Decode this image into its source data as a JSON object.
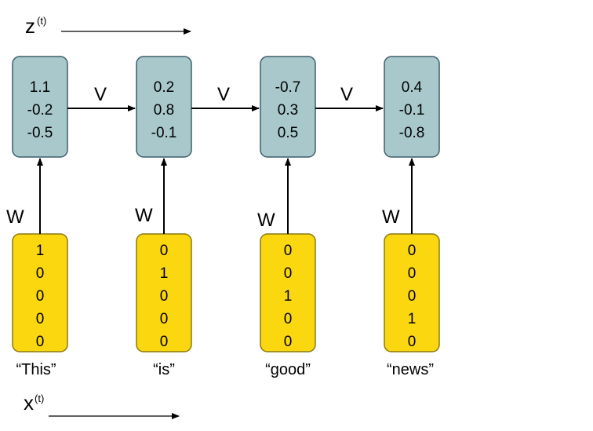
{
  "z_label": {
    "base": "z",
    "sup": "(t)"
  },
  "x_label": {
    "base": "x",
    "sup": "(t)"
  },
  "w_label": "W",
  "v_label": "V",
  "hidden_states": [
    [
      "1.1",
      "-0.2",
      "-0.5"
    ],
    [
      "0.2",
      "0.8",
      "-0.1"
    ],
    [
      "-0.7",
      "0.3",
      "0.5"
    ],
    [
      "0.4",
      "-0.1",
      "-0.8"
    ]
  ],
  "inputs": [
    [
      "1",
      "0",
      "0",
      "0",
      "0"
    ],
    [
      "0",
      "1",
      "0",
      "0",
      "0"
    ],
    [
      "0",
      "0",
      "1",
      "0",
      "0"
    ],
    [
      "0",
      "0",
      "0",
      "1",
      "0"
    ]
  ],
  "words": [
    "“This”",
    "“is”",
    "“good”",
    "“news”"
  ],
  "colors": {
    "hidden_fill": "#a9c8cc",
    "input_fill": "#fbd70f"
  }
}
